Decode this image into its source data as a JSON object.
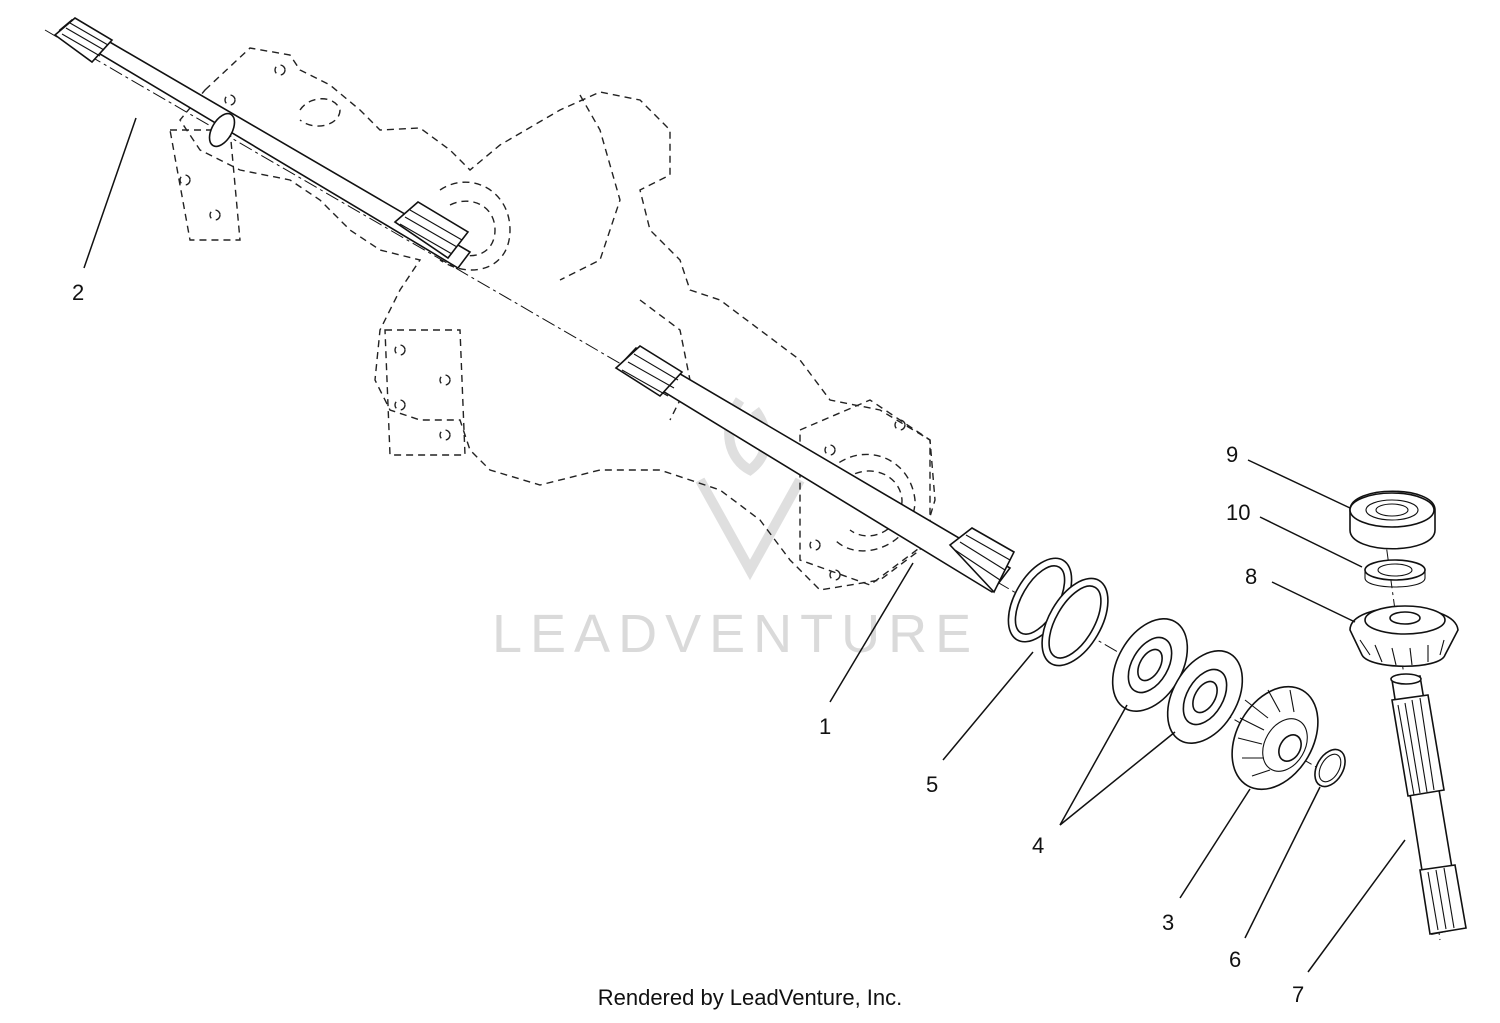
{
  "callouts": [
    "1",
    "2",
    "3",
    "4",
    "5",
    "6",
    "7",
    "8",
    "9",
    "10"
  ],
  "watermark_text": "LEADVENTURE",
  "footer_text": "Rendered by LeadVenture, Inc."
}
